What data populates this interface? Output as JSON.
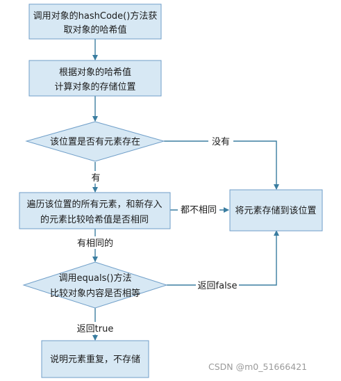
{
  "nodes": {
    "get_hash": {
      "line1": "调用对象的hashCode()方法获",
      "line2": "取对象的哈希值"
    },
    "calc_position": {
      "line1": "根据对象的哈希值",
      "line2": "计算对象的存储位置"
    },
    "has_element": {
      "line1": "该位置是否有元素存在"
    },
    "traverse": {
      "line1": "遍历该位置的所有元素，和新存入",
      "line2": "的元素比较哈希值是否相同"
    },
    "call_equals": {
      "line1": "调用equals()方法",
      "line2": "比较对象内容是否相等"
    },
    "duplicate": {
      "line1": "说明元素重复，不存储"
    },
    "store": {
      "line1": "将元素存储到该位置"
    }
  },
  "edges": {
    "none_label": "没有",
    "has_label": "有",
    "not_same_label": "都不相同",
    "has_same_label": "有相同的",
    "return_false_label": "返回false",
    "return_true_label": "返回true"
  },
  "colors": {
    "node_fill": "#d7e8f4",
    "node_stroke": "#6f9ec8",
    "connector": "#3a7da0"
  },
  "watermark": "CSDN @m0_51666421"
}
